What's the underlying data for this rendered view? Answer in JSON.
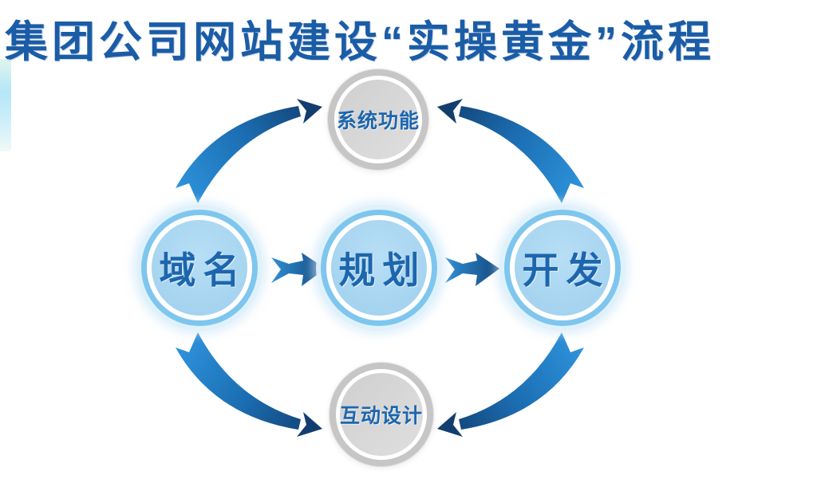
{
  "title": "集团公司网站建设“实操黄金”流程",
  "nodes": {
    "system": {
      "label": "系统功能",
      "type": "gray"
    },
    "domain": {
      "label": "域名",
      "type": "blue"
    },
    "planning": {
      "label": "规划",
      "type": "blue"
    },
    "development": {
      "label": "开发",
      "type": "blue"
    },
    "interaction": {
      "label": "互动设计",
      "type": "gray"
    }
  },
  "flow": {
    "arrows": [
      {
        "from": "domain",
        "to": "planning",
        "style": "straight-right"
      },
      {
        "from": "planning",
        "to": "development",
        "style": "straight-right"
      },
      {
        "from": "domain",
        "to": "system",
        "style": "curved-up"
      },
      {
        "from": "development",
        "to": "system",
        "style": "curved-up"
      },
      {
        "from": "domain",
        "to": "interaction",
        "style": "curved-down"
      },
      {
        "from": "development",
        "to": "interaction",
        "style": "curved-down"
      }
    ]
  },
  "colors": {
    "title_text": "#1b5ca6",
    "node_label": "#1d66ad",
    "blue_fill": "#a9d6f1",
    "blue_ring": "#7ec6ee",
    "gray_fill": "#d5d5d5",
    "gray_ring": "#c6c6c6",
    "arrow_light": "#2f96df",
    "arrow_dark": "#123e6f"
  }
}
